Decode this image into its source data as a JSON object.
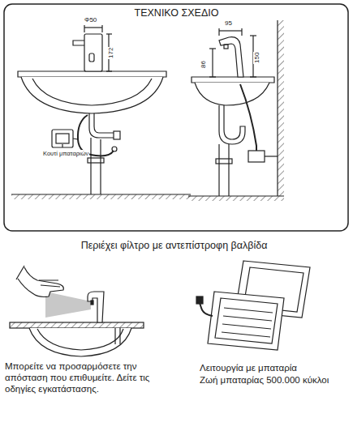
{
  "diagram": {
    "title": "ΤΕΧΝΙΚΟ ΣΧΕΔΙΟ",
    "labels": [
      "Φ50",
      "172",
      "Κουτί μπαταριών",
      "95",
      "150",
      "86",
      "Περιέχει φίλτρο με αντεπίστροφη βαλβίδα",
      "Μπορείτε να προσαρμόσετε την απόσταση που επιθυμείτε. Δείτε τις οδηγίες εγκατάστασης.",
      "Λειτουργία με μπαταρία",
      "Ζωή μπαταρίας 500.000 κύκλοι"
    ]
  }
}
